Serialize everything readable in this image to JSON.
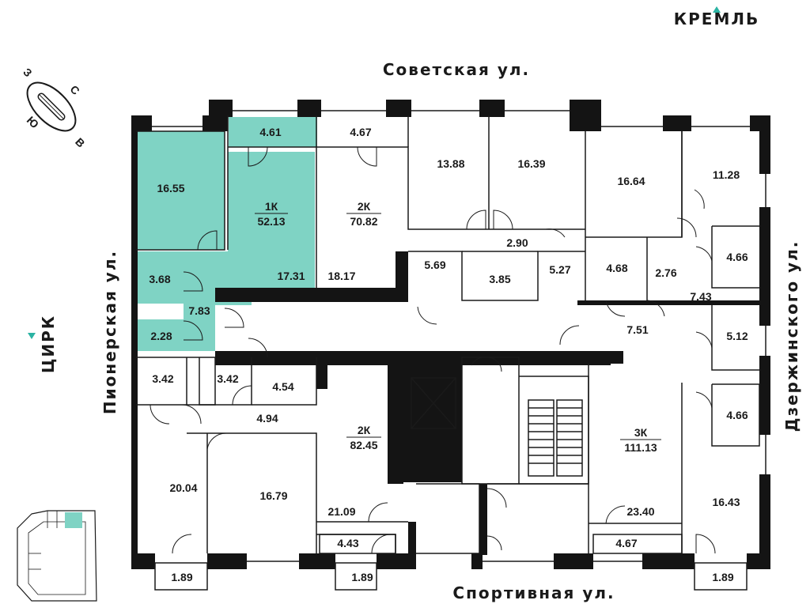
{
  "landmarks": {
    "kremlin": "КРЕМЛЬ",
    "circus": "ЦИРК"
  },
  "streets": {
    "top": "Советская ул.",
    "bottom": "Спортивная ул.",
    "left": "Пионерская ул.",
    "right": "Дзержинского ул."
  },
  "compass": {
    "north": "С",
    "east": "В",
    "south": "Ю",
    "west": "З"
  },
  "colors": {
    "highlight": "#7fd3c4",
    "wall": "#141414",
    "landmark_marker": "#2bb3a3"
  },
  "selected_apartment": {
    "type": "1К",
    "total_area": "52.13"
  },
  "apartments": [
    {
      "type": "2К",
      "total_area": "70.82"
    },
    {
      "type": "2К",
      "total_area": "82.45"
    },
    {
      "type": "3К",
      "total_area": "111.13"
    }
  ],
  "room_areas": {
    "r_16_55": "16.55",
    "r_4_61": "4.61",
    "r_3_68": "3.68",
    "r_7_83": "7.83",
    "r_2_28": "2.28",
    "r_17_31": "17.31",
    "r_4_67_top": "4.67",
    "r_18_17": "18.17",
    "r_13_88": "13.88",
    "r_16_39": "16.39",
    "r_5_69": "5.69",
    "r_2_90": "2.90",
    "r_3_85": "3.85",
    "r_5_27": "5.27",
    "r_16_64": "16.64",
    "r_11_28": "11.28",
    "r_4_68": "4.68",
    "r_2_76": "2.76",
    "r_7_43": "7.43",
    "r_4_66_top": "4.66",
    "r_7_51": "7.51",
    "r_5_12": "5.12",
    "r_4_66_bot": "4.66",
    "r_3_42_a": "3.42",
    "r_3_42_b": "3.42",
    "r_4_54": "4.54",
    "r_4_94": "4.94",
    "r_20_04": "20.04",
    "r_16_79": "16.79",
    "r_21_09": "21.09",
    "r_4_43": "4.43",
    "r_1_89_a": "1.89",
    "r_1_89_b": "1.89",
    "r_23_40": "23.40",
    "r_4_67_bot": "4.67",
    "r_16_43": "16.43",
    "r_1_89_c": "1.89"
  }
}
